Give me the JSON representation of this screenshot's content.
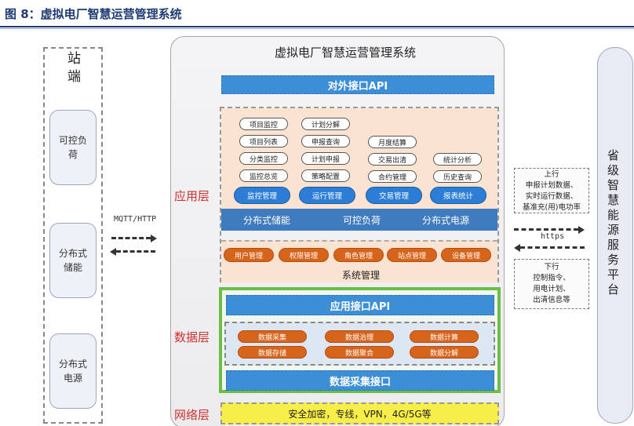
{
  "figure_title": "图 8：虚拟电厂智慧运营管理系统",
  "station": {
    "title": "站端",
    "items": [
      "可控负荷",
      "分布式储能",
      "分布式电源"
    ]
  },
  "link_left": "MQTT/HTTP",
  "main": {
    "title": "虚拟电厂智慧运营管理系统",
    "external_api": "对外接口API",
    "app_layer": {
      "label": "应用层",
      "col1": [
        "项目监控",
        "项目列表",
        "分类监控",
        "监控总览"
      ],
      "col2": [
        "计划分解",
        "申报查询",
        "计划申报",
        "策略配置"
      ],
      "col3": [
        "月度结算",
        "交易出清",
        "合约管理"
      ],
      "col4": [
        "统计分析",
        "历史查询"
      ],
      "modules": [
        "监控管理",
        "运行管理",
        "交易管理",
        "报表统计"
      ],
      "resources": [
        "分布式储能",
        "可控负荷",
        "分布式电源"
      ],
      "system_items": [
        "用户管理",
        "权限管理",
        "角色管理",
        "站点管理",
        "设备管理"
      ],
      "system_title": "系统管理"
    },
    "data_layer": {
      "label": "数据层",
      "app_api": "应用接口API",
      "row1": [
        "数据采集",
        "数据治理",
        "数据计算"
      ],
      "row2": [
        "数据存储",
        "数据聚合",
        "数据分解"
      ],
      "collect_api": "数据采集接口"
    },
    "network_layer": {
      "label": "网络层",
      "text": "安全加密，专线，VPN，4G/5G等"
    }
  },
  "right": {
    "uplink_title": "上行",
    "uplink_lines": [
      "申报计划数据、",
      "实时运行数据、",
      "基准充(用)电功率"
    ],
    "link_right": "https",
    "downlink_title": "下行",
    "downlink_lines": [
      "控制指令、",
      "用电计划、",
      "出清信息等"
    ],
    "province": "省级智慧能源服务平台"
  }
}
